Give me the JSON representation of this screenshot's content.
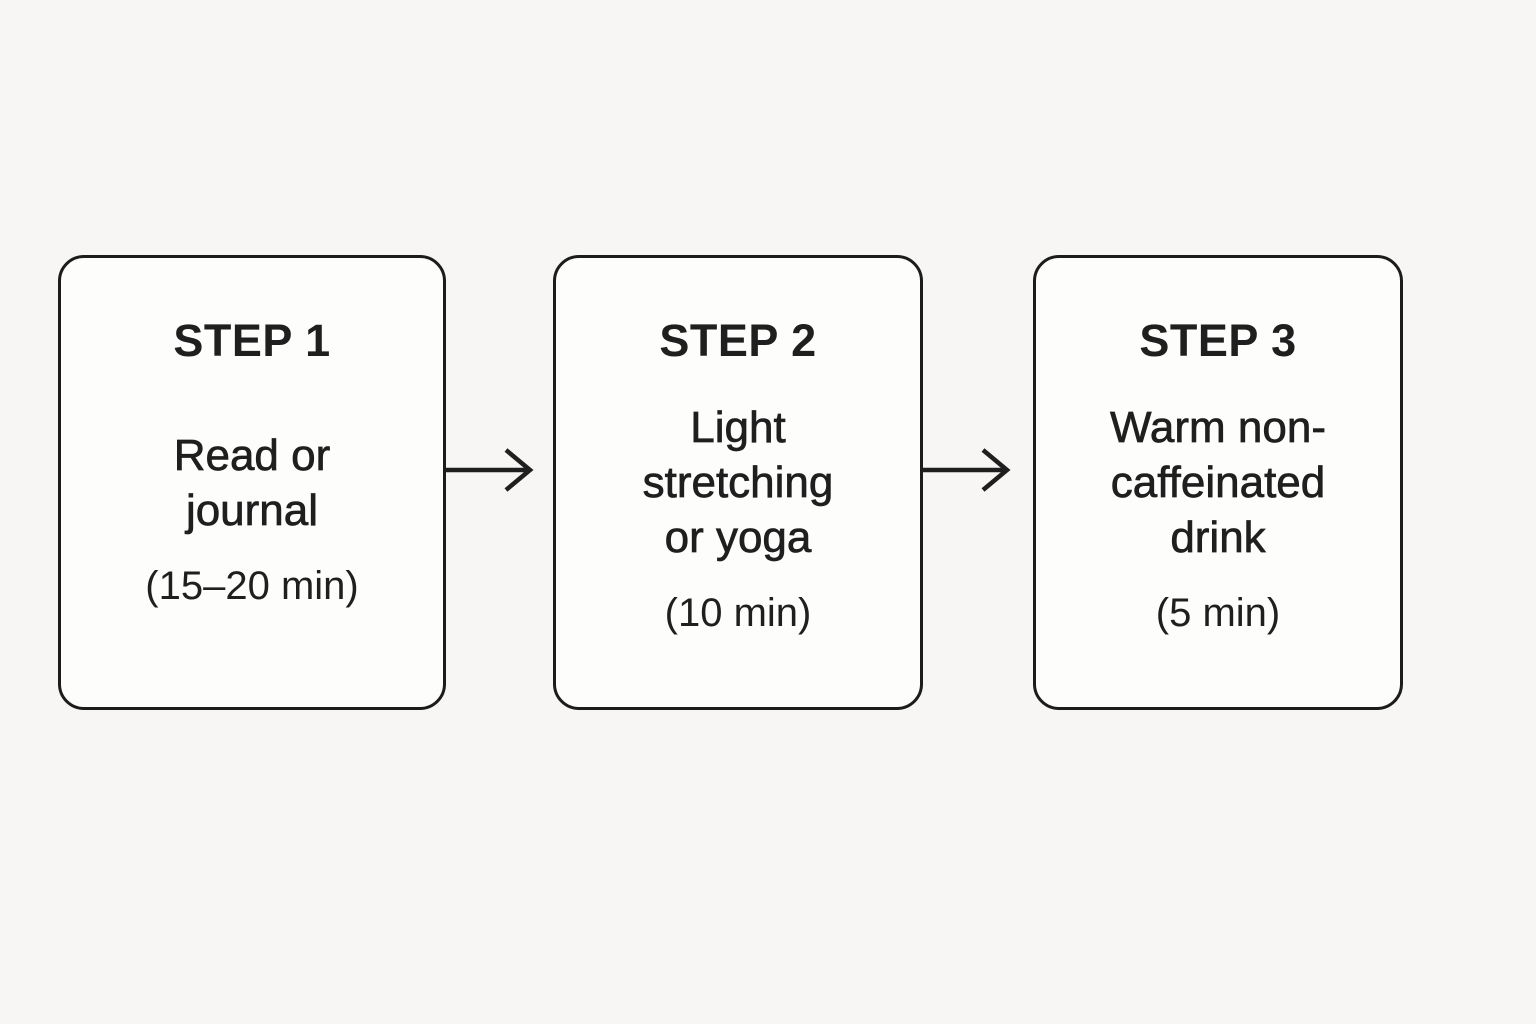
{
  "flowchart": {
    "type": "horizontal-step-flow",
    "steps": [
      {
        "title": "STEP 1",
        "activity": "Read or\njournal",
        "duration": "(15–20 min)"
      },
      {
        "title": "STEP 2",
        "activity": "Light\nstretching\nor yoga",
        "duration": "(10 min)"
      },
      {
        "title": "STEP 3",
        "activity": "Warm non-\ncaffeinated\ndrink",
        "duration": "(5 min)"
      }
    ],
    "connectors": [
      {
        "icon": "arrow-right-icon",
        "from": "STEP 1",
        "to": "STEP 2"
      },
      {
        "icon": "arrow-right-icon",
        "from": "STEP 2",
        "to": "STEP 3"
      }
    ],
    "colors": {
      "background": "#f7f6f4",
      "card_fill": "#fdfdfc",
      "line": "#1c1c1c",
      "text": "#1f1f1f"
    }
  }
}
